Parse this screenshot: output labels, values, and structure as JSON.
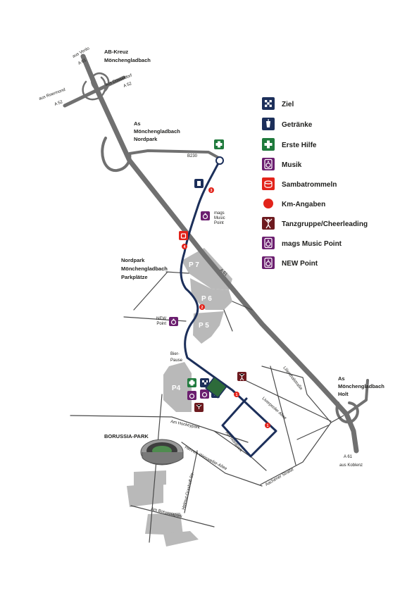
{
  "legend": {
    "items": [
      {
        "key": "ziel",
        "label": "Ziel",
        "color": "#1c2f5a",
        "icon": "checkered-flag-icon"
      },
      {
        "key": "getraenke",
        "label": "Getränke",
        "color": "#1c2f5a",
        "icon": "cup-icon"
      },
      {
        "key": "erste_hilfe",
        "label": "Erste Hilfe",
        "color": "#1f7a3c",
        "icon": "first-aid-cross-icon"
      },
      {
        "key": "musik",
        "label": "Musik",
        "color": "#6b1e6f",
        "icon": "speaker-icon"
      },
      {
        "key": "samba",
        "label": "Sambatrommeln",
        "color": "#e2231a",
        "icon": "drum-icon"
      },
      {
        "key": "km",
        "label": "Km-Angaben",
        "color": "#e2231a",
        "icon": "km-dot-icon"
      },
      {
        "key": "tanz",
        "label": "Tanzgruppe/Cheerleading",
        "color": "#6d1a1f",
        "icon": "cheerleader-icon"
      },
      {
        "key": "mags",
        "label": "mags Music Point",
        "color": "#6b1e6f",
        "icon": "speaker-icon"
      },
      {
        "key": "new",
        "label": "NEW Point",
        "color": "#6b1e6f",
        "icon": "speaker-icon"
      }
    ]
  },
  "places": {
    "ab_kreuz": [
      "AB-Kreuz",
      "Mönchengladbach"
    ],
    "as_nordpark": [
      "As",
      "Mönchengladbach",
      "Nordpark"
    ],
    "nordpark_parkplaetze": [
      "Nordpark",
      "Mönchengladbach",
      "Parkplätze"
    ],
    "as_holt": [
      "As",
      "Mönchengladbach",
      "Holt"
    ],
    "borussia_park": "BORUSSIA-PARK",
    "mags_point": [
      "mags",
      "Music",
      "Point"
    ],
    "new_point": [
      "NEW",
      "Point"
    ],
    "bier_pause": [
      "Bier-",
      "Pause"
    ]
  },
  "roads": {
    "aus_venlo": [
      "aus Venlo",
      "A 61"
    ],
    "aus_duesseldorf": [
      "aus Düsseldorf",
      "A 52"
    ],
    "aus_roermond": [
      "aus Roermond",
      "A 52"
    ],
    "b230": "B230",
    "a61_mid": "A 61",
    "a61_koblenz": [
      "A 61",
      "aus Koblenz"
    ],
    "am_hockeypark": "Am Hockeypark",
    "am_nordpark": "Am Nordpark",
    "liverpooler_allee": "Liverpooler Allee",
    "lilienthalstrasse": "Lilienthalstraße",
    "aachener_strasse": "Aachener Straße",
    "hennes_weisweiler": "Hennes-Weisweiler-Allee",
    "helmut_grashoff": "Helmut-Grashoff-Str.",
    "am_borussiapark": "Am Borussiapark"
  },
  "parking": [
    "P 7",
    "P 6",
    "P 5",
    "P4"
  ],
  "km_markers": [
    "1",
    "2",
    "3",
    "4"
  ],
  "colors": {
    "route": "#1c2f5a",
    "motorway": "#707070",
    "road": "#4a4a4a",
    "parking_fill": "#b9b9b9",
    "km_red": "#e2231a"
  }
}
